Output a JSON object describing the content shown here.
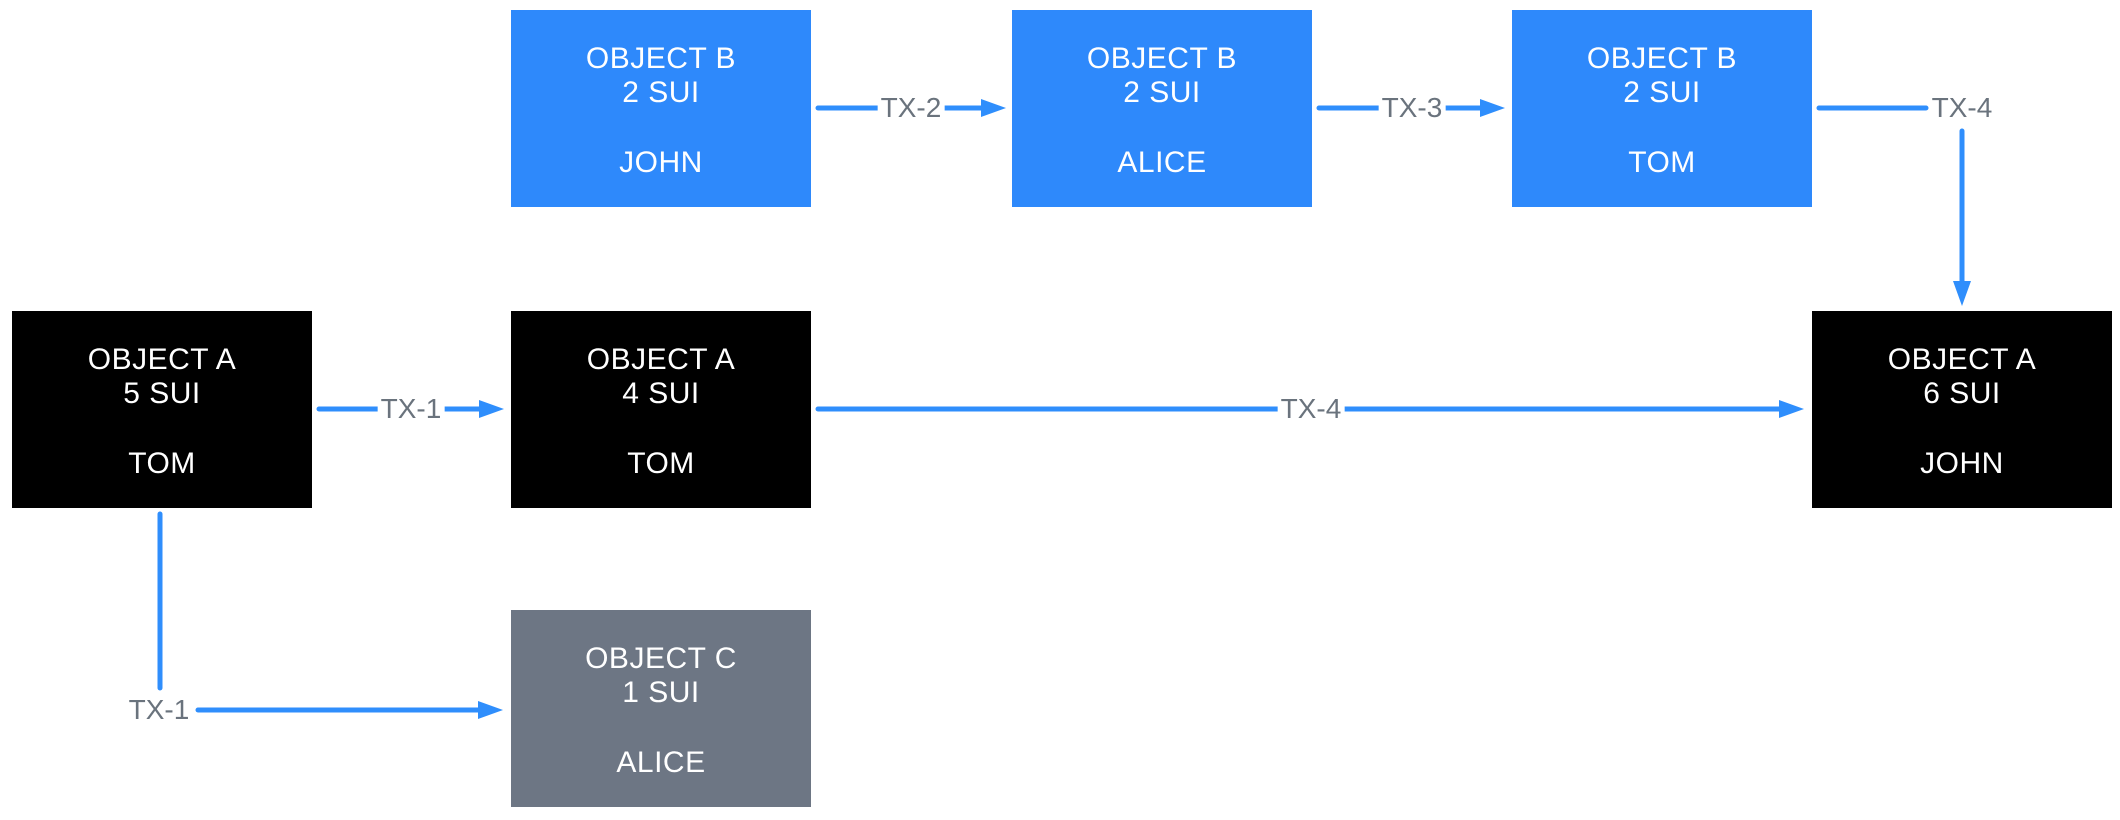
{
  "colors": {
    "background": "#ffffff",
    "object_b_blue": "#2e89fb",
    "object_a_black": "#000000",
    "object_c_gray": "#6d7684",
    "arrow_blue": "#2f8efc",
    "label_gray": "#6a737d",
    "box_text": "#ffffff"
  },
  "nodes": [
    {
      "title": "OBJECT B",
      "amount": "2 SUI",
      "owner": "JOHN"
    },
    {
      "title": "OBJECT B",
      "amount": "2 SUI",
      "owner": "ALICE"
    },
    {
      "title": "OBJECT B",
      "amount": "2 SUI",
      "owner": "TOM"
    },
    {
      "title": "OBJECT A",
      "amount": "5 SUI",
      "owner": "TOM"
    },
    {
      "title": "OBJECT A",
      "amount": "4 SUI",
      "owner": "TOM"
    },
    {
      "title": "OBJECT A",
      "amount": "6 SUI",
      "owner": "JOHN"
    },
    {
      "title": "OBJECT C",
      "amount": "1 SUI",
      "owner": "ALICE"
    }
  ],
  "edges": {
    "tx1_mid": "TX-1",
    "tx1_bottom": "TX-1",
    "tx2": "TX-2",
    "tx3": "TX-3",
    "tx4_top": "TX-4",
    "tx4_mid": "TX-4"
  }
}
